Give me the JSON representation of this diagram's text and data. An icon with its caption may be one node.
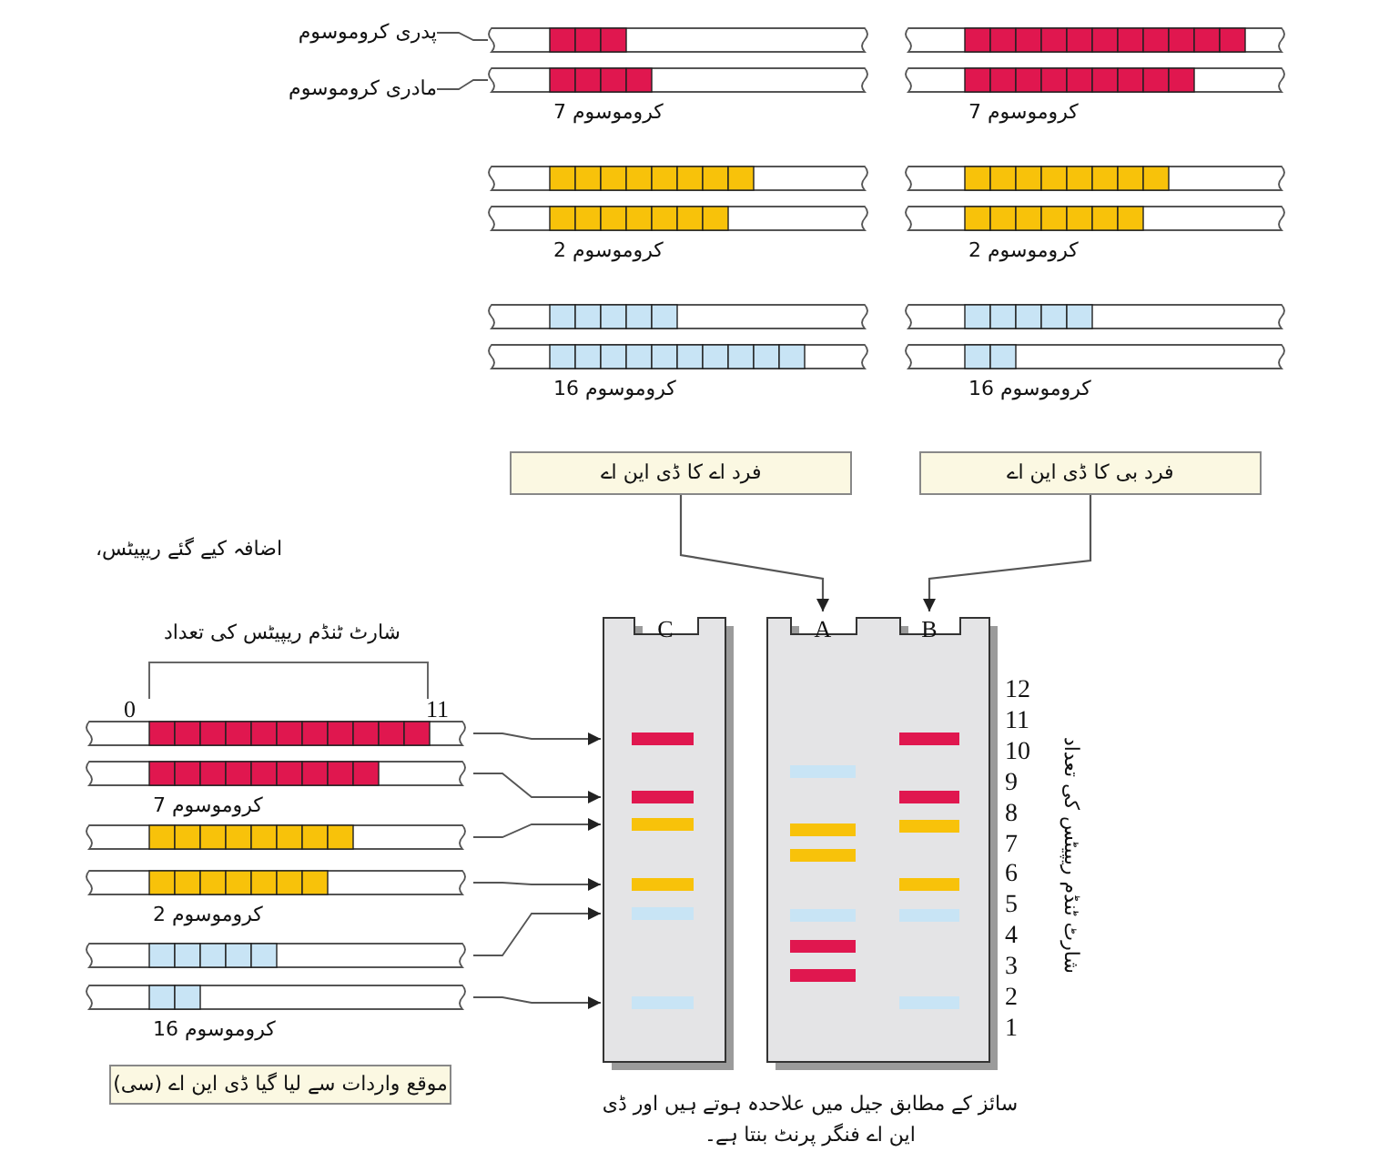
{
  "diagram": {
    "nodes": [
      {
        "text": [
          "پدری کروموسوم"
        ]
      },
      {
        "text": [
          "مادری کروموسوم"
        ]
      },
      {
        "text": [],
        "shape": "bar"
      },
      {
        "text": [],
        "shape": "bar",
        "beside": [
          "کروموسوم 7"
        ]
      },
      {
        "text": [],
        "shape": "bar"
      },
      {
        "text": [],
        "shape": "bar",
        "beside": [
          "کروموسوم 2"
        ]
      },
      {
        "text": [],
        "shape": "bar"
      },
      {
        "text": [],
        "shape": "bar",
        "beside": [
          "کروموسوم 16"
        ]
      },
      {
        "text": [],
        "shape": "bar"
      },
      {
        "text": [],
        "shape": "bar",
        "beside": [
          "کروموسوم 7"
        ]
      },
      {
        "text": [],
        "shape": "bar"
      },
      {
        "text": [],
        "shape": "bar",
        "beside": [
          "کروموسوم 2"
        ]
      },
      {
        "text": [],
        "shape": "bar"
      },
      {
        "text": [],
        "shape": "bar",
        "beside": [
          "کروموسوم 16"
        ]
      },
      {
        "text": [
          "فرد اے کا ڈی این اے"
        ]
      },
      {
        "text": [
          "فرد بی کا ڈی این اے"
        ]
      },
      {
        "text": [],
        "shape": "bar"
      },
      {
        "text": [],
        "shape": "bar",
        "beside": [
          "کروموسوم 7"
        ]
      },
      {
        "text": [],
        "shape": "bar"
      },
      {
        "text": [],
        "shape": "bar",
        "beside": [
          "کروموسوم 2"
        ]
      },
      {
        "text": [],
        "shape": "bar"
      },
      {
        "text": [],
        "shape": "bar",
        "beside": [
          "کروموسوم 16"
        ]
      },
      {
        "text": [
          "C"
        ]
      },
      {
        "text": [],
        "shape": "box"
      },
      {
        "text": [
          "A"
        ],
        "in": 23
      },
      {
        "text": [
          "B"
        ],
        "in": 23
      },
      {
        "text": [
          "موقع واردات سے لیا گیا ڈی این اے (سی)"
        ]
      }
    ],
    "edges": [
      {
        "from": 0,
        "to": 2,
        "arrow": "none"
      },
      {
        "from": 1,
        "to": 3,
        "arrow": "none"
      },
      {
        "from": 14,
        "to": 24,
        "arrow": "to"
      },
      {
        "from": 15,
        "to": 25,
        "arrow": "to"
      },
      {
        "from": 16,
        "to": 22,
        "arrow": "to"
      },
      {
        "from": 17,
        "to": 22,
        "arrow": "to"
      },
      {
        "from": 18,
        "to": 22,
        "arrow": "to"
      },
      {
        "from": 19,
        "to": 22,
        "arrow": "to"
      },
      {
        "from": 20,
        "to": 22,
        "arrow": "to"
      },
      {
        "from": 21,
        "to": 22,
        "arrow": "to"
      }
    ],
    "labels": [
      "اضافہ کیے گئے ریپیٹس،",
      "شارٹ ٹنڈم ریپیٹس کی تعداد",
      "0",
      "11",
      "12",
      "11",
      "10",
      "9",
      "8",
      "7",
      "6",
      "5",
      "4",
      "3",
      "2",
      "1",
      "شارٹ ٹنڈم ریپیٹس کی تعداد"
    ],
    "caption": "سائز کے مطابق جیل میں علاحدہ ہوتے ہیں اور ڈی این اے فنگر پرنٹ بنتا ہے۔"
  }
}
